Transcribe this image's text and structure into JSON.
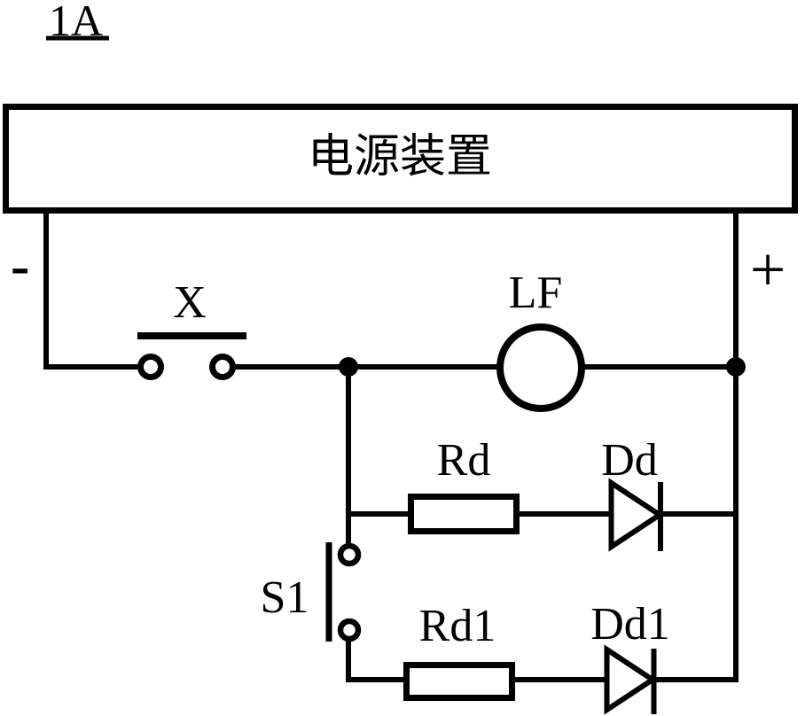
{
  "figure": {
    "label": "1A"
  },
  "power_supply": {
    "label": "电源装置"
  },
  "terminals": {
    "negative": "-",
    "positive": "+"
  },
  "components": {
    "x": {
      "label": "X"
    },
    "lf": {
      "label": "LF"
    },
    "rd": {
      "label": "Rd"
    },
    "dd": {
      "label": "Dd"
    },
    "s1": {
      "label": "S1"
    },
    "rd1": {
      "label": "Rd1"
    },
    "dd1": {
      "label": "Dd1"
    }
  },
  "colors": {
    "line": "#000000",
    "background": "#ffffff"
  }
}
